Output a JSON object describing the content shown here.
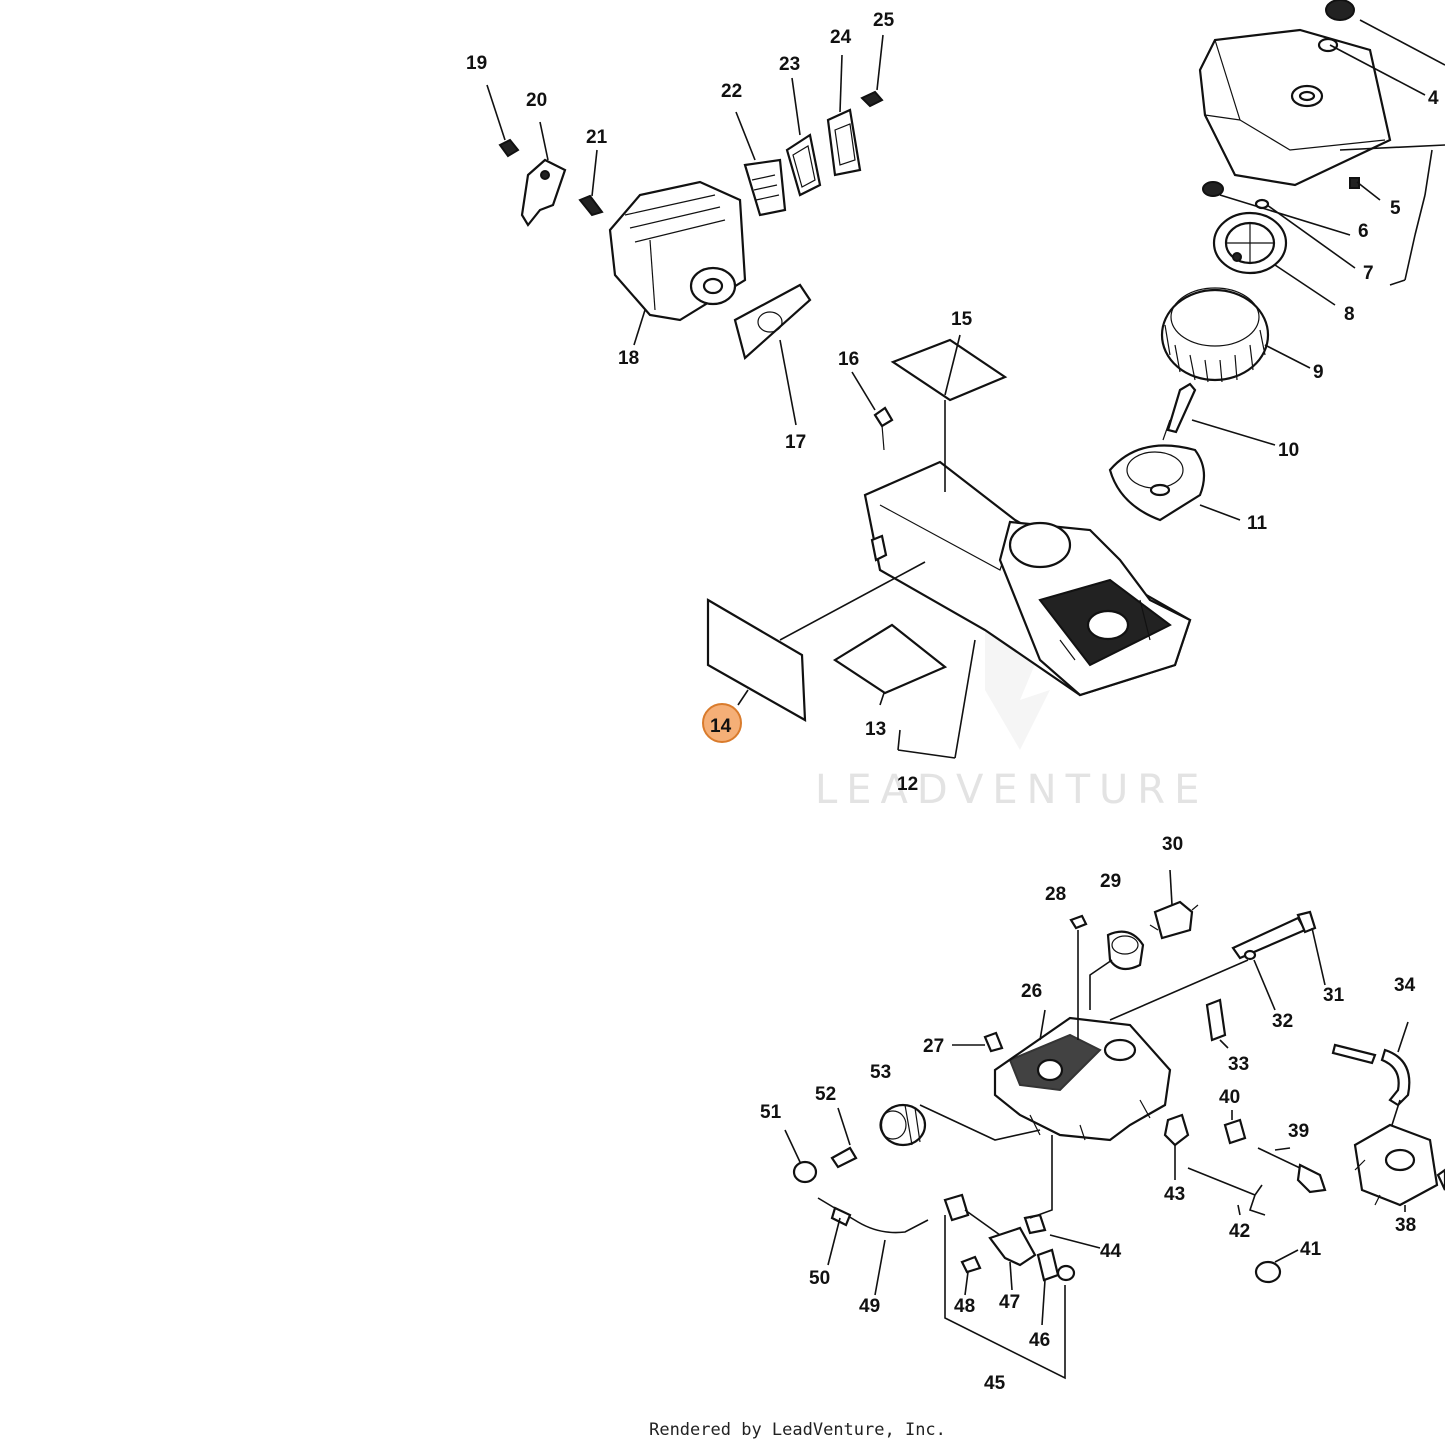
{
  "diagram": {
    "highlight_color": "#f3a15f",
    "highlighted_part": "14",
    "watermark": "LEADVENTURE",
    "credit": "Rendered by LeadVenture, Inc.",
    "labels": {
      "p4": "4",
      "p5": "5",
      "p6": "6",
      "p7": "7",
      "p8": "8",
      "p9": "9",
      "p10": "10",
      "p11": "11",
      "p12": "12",
      "p13": "13",
      "p14": "14",
      "p15": "15",
      "p16": "16",
      "p17": "17",
      "p18": "18",
      "p19": "19",
      "p20": "20",
      "p21": "21",
      "p22": "22",
      "p23": "23",
      "p24": "24",
      "p25": "25",
      "p26": "26",
      "p27": "27",
      "p28": "28",
      "p29": "29",
      "p30": "30",
      "p31": "31",
      "p32": "32",
      "p33": "33",
      "p34": "34",
      "p38": "38",
      "p39": "39",
      "p40": "40",
      "p41": "41",
      "p42": "42",
      "p43": "43",
      "p44": "44",
      "p45": "45",
      "p46": "46",
      "p47": "47",
      "p48": "48",
      "p49": "49",
      "p50": "50",
      "p51": "51",
      "p52": "52",
      "p53": "53"
    }
  }
}
